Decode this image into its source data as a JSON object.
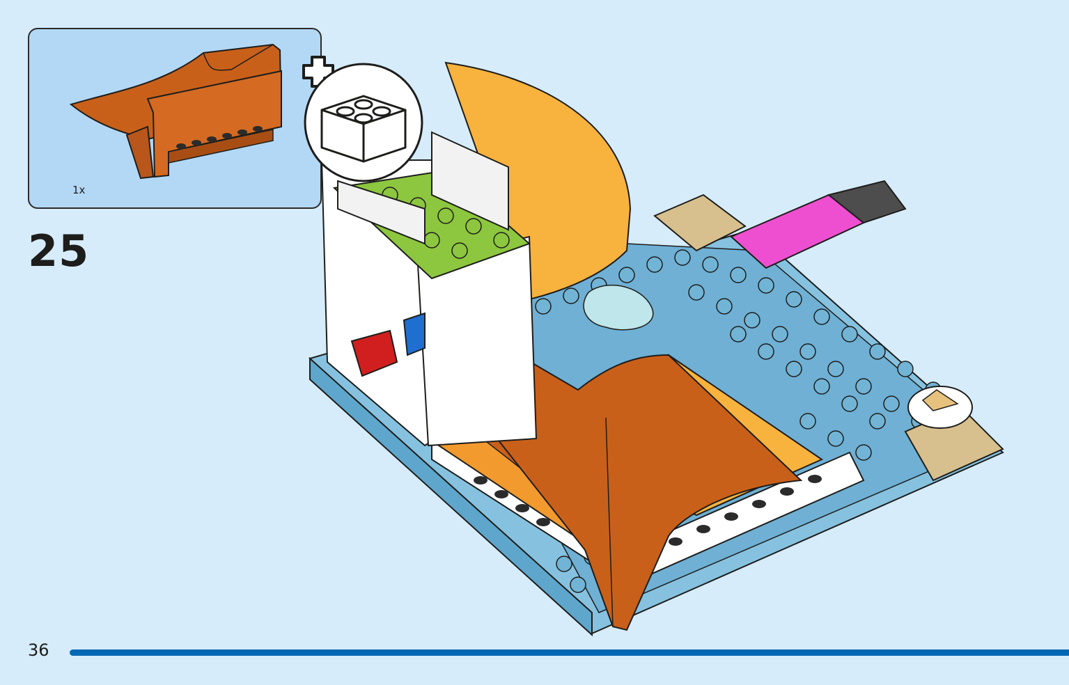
{
  "callout": {
    "quantity": "1x"
  },
  "step_number": "25",
  "page_number": "36",
  "icons": {
    "add_parts": "plus-brick-icon"
  },
  "colors": {
    "background": "#d6ecfb",
    "callout": "#b3d8f6",
    "progress_bar": "#0067b3",
    "ramp_brown": "#c9601a",
    "ramp_orange": "#f8b23e",
    "baseplate_blue": "#72b4d6",
    "green": "#8dc63f",
    "tan": "#d8c08e",
    "magenta": "#ee4fd0"
  }
}
